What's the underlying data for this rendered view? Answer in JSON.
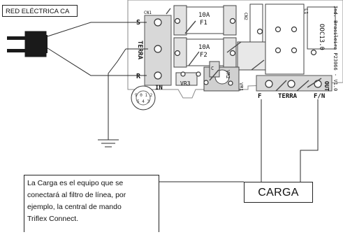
{
  "source_label": "RED ELÉCTRICA CA",
  "input_terminals": [
    "S",
    "TERRA",
    "R"
  ],
  "output_terminals": [
    "F",
    "TERRA",
    "F/N"
  ],
  "fuses": [
    {
      "rating": "10A",
      "name": "F1"
    },
    {
      "rating": "10A",
      "name": "F2"
    }
  ],
  "components": {
    "cn1": "CN1",
    "in_label": "IN",
    "out_label": "OUT",
    "vr1": "VR1",
    "vr2": "VR2",
    "vr3": "VR3",
    "c_label": "C",
    "cn2": "CN2",
    "part_code": "OOC13.0",
    "board_id": "Ind. Brasileira P23066 - V1.0",
    "l1": "L1"
  },
  "load_label": "CARGA",
  "note_lines": [
    "La Carga es el equipo que se",
    "conectará al filtro de línea, por",
    "ejemplo, la central de mando",
    "Triflex Connect."
  ],
  "colors": {
    "board_fill": "#ffffff",
    "shading": "#cfcfcf",
    "line": "#2b2b2b",
    "plug": "#1a1a1a"
  }
}
